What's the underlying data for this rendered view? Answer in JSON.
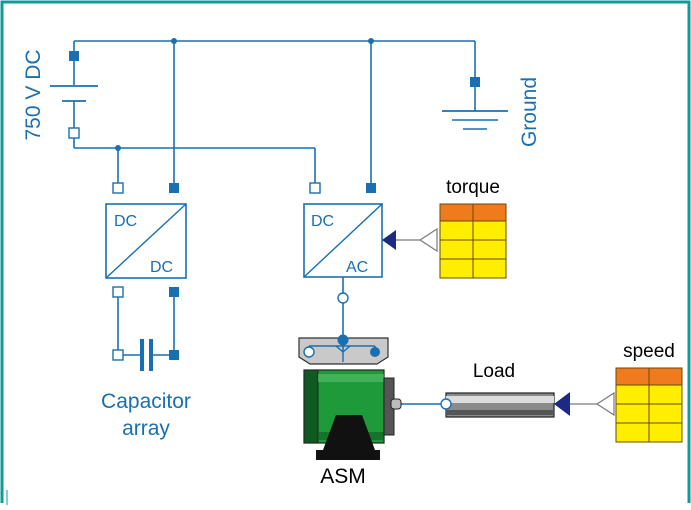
{
  "diagram": {
    "colors": {
      "frame": "#109a9a",
      "wire": "#1a6fb0",
      "port_filled": "#1a6fb0",
      "port_open": "#ffffff",
      "label_blue": "#1a6fb0",
      "label_black": "#000000",
      "table_header": "#f07a1e",
      "table_body": "#ffee00",
      "motor_green": "#1e9a3a",
      "arrow_navy": "#1c2a86"
    },
    "labels": {
      "battery": "750 V DC",
      "ground": "Ground",
      "dcdc_in": "DC",
      "dcdc_out": "DC",
      "dcac_in": "DC",
      "dcac_out": "AC",
      "capacitor": "Capacitor",
      "capacitor_line2": "array",
      "torque": "torque",
      "speed": "speed",
      "load": "Load",
      "motor": "ASM"
    },
    "icons": {
      "battery": "battery-icon",
      "ground": "ground-icon",
      "capacitor": "capacitor-icon",
      "converter": "converter-icon",
      "motor": "asynchronous-motor-icon",
      "load": "mechanical-load-icon",
      "table": "lookup-table-icon"
    }
  }
}
